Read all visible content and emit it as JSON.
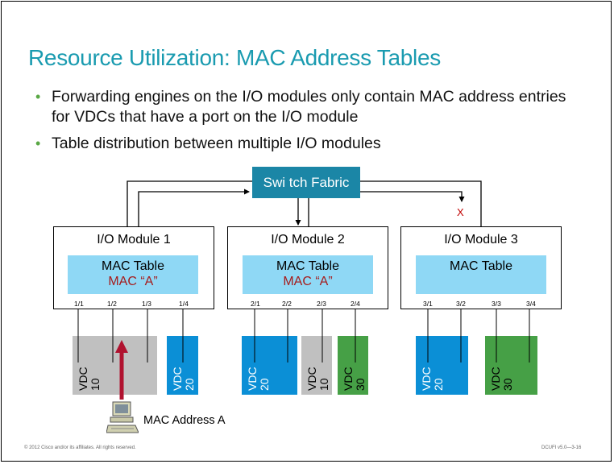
{
  "slide": {
    "title": "Resource Utilization: MAC Address Tables",
    "bullets": [
      "Forwarding engines on the I/O modules only contain MAC address entries for VDCs that have a port on the I/O module",
      "Table distribution between multiple I/O modules"
    ],
    "footer_left": "© 2012 Cisco and/or its affiliates. All rights reserved.",
    "footer_right": "DCUFI v5.0—3-16"
  },
  "diagram": {
    "switch_fabric": "Swi tch Fabric",
    "blocked_marker": "X",
    "modules": [
      {
        "title": "I/O Module  1",
        "table_title": "MAC Table",
        "table_entry": "MAC “A”",
        "ports": [
          "1/1",
          "1/2",
          "1/3",
          "1/4"
        ]
      },
      {
        "title": "I/O Module  2",
        "table_title": "MAC Table",
        "table_entry": "MAC “A”",
        "ports": [
          "2/1",
          "2/2",
          "2/3",
          "2/4"
        ]
      },
      {
        "title": "I/O Module  3",
        "table_title": "MAC Table",
        "table_entry": "",
        "ports": [
          "3/1",
          "3/2",
          "3/3",
          "3/4"
        ]
      }
    ],
    "vdcs": [
      {
        "label": "VDC\n10",
        "color": "#c0c0c0"
      },
      {
        "label": "VDC\n20",
        "color": "#0b8fd6"
      },
      {
        "label": "VDC\n20",
        "color": "#0b8fd6"
      },
      {
        "label": "VDC\n10",
        "color": "#c0c0c0"
      },
      {
        "label": "VDC\n30",
        "color": "#46a046"
      },
      {
        "label": "VDC\n20",
        "color": "#0b8fd6"
      },
      {
        "label": "VDC\n30",
        "color": "#46a046"
      }
    ],
    "host_label": "MAC Address A",
    "arrow_color": "#b0122f"
  }
}
